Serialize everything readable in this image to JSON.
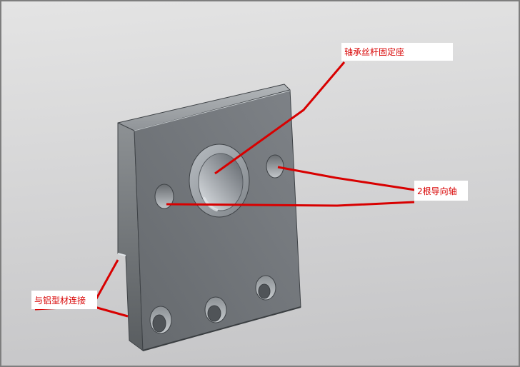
{
  "viewport": {
    "background_top": "#e4e4e4",
    "background_bottom": "#c4c4c6",
    "border_color": "#7e7e7e"
  },
  "annotation": {
    "color": "#d80000",
    "label_background": "#ffffff",
    "labels": {
      "bearing_seat": "轴承丝杆固定座",
      "guide_shafts": "2根导向轴",
      "aluminum_profile": "与铝型材连接"
    }
  },
  "part": {
    "colors": {
      "front_light": "#7e8287",
      "front_dark": "#65696d",
      "top_light": "#b2b6b9",
      "top_dark": "#909498",
      "side_light": "#8d9194",
      "side_dark": "#595d60",
      "hole_top": "#686c70",
      "hole_bottom": "#c2c6ca",
      "chamfer_light": "#b7bcc1",
      "chamfer_dark": "#80858a",
      "bore_dark": "#71767c",
      "bore_light": "#ced2d6",
      "counter_top": "#8b9094",
      "counter_bottom": "#c7cbce",
      "counter_inner": "#505458",
      "edge": "#3e4246",
      "highlight": "#dfe3e6"
    }
  }
}
